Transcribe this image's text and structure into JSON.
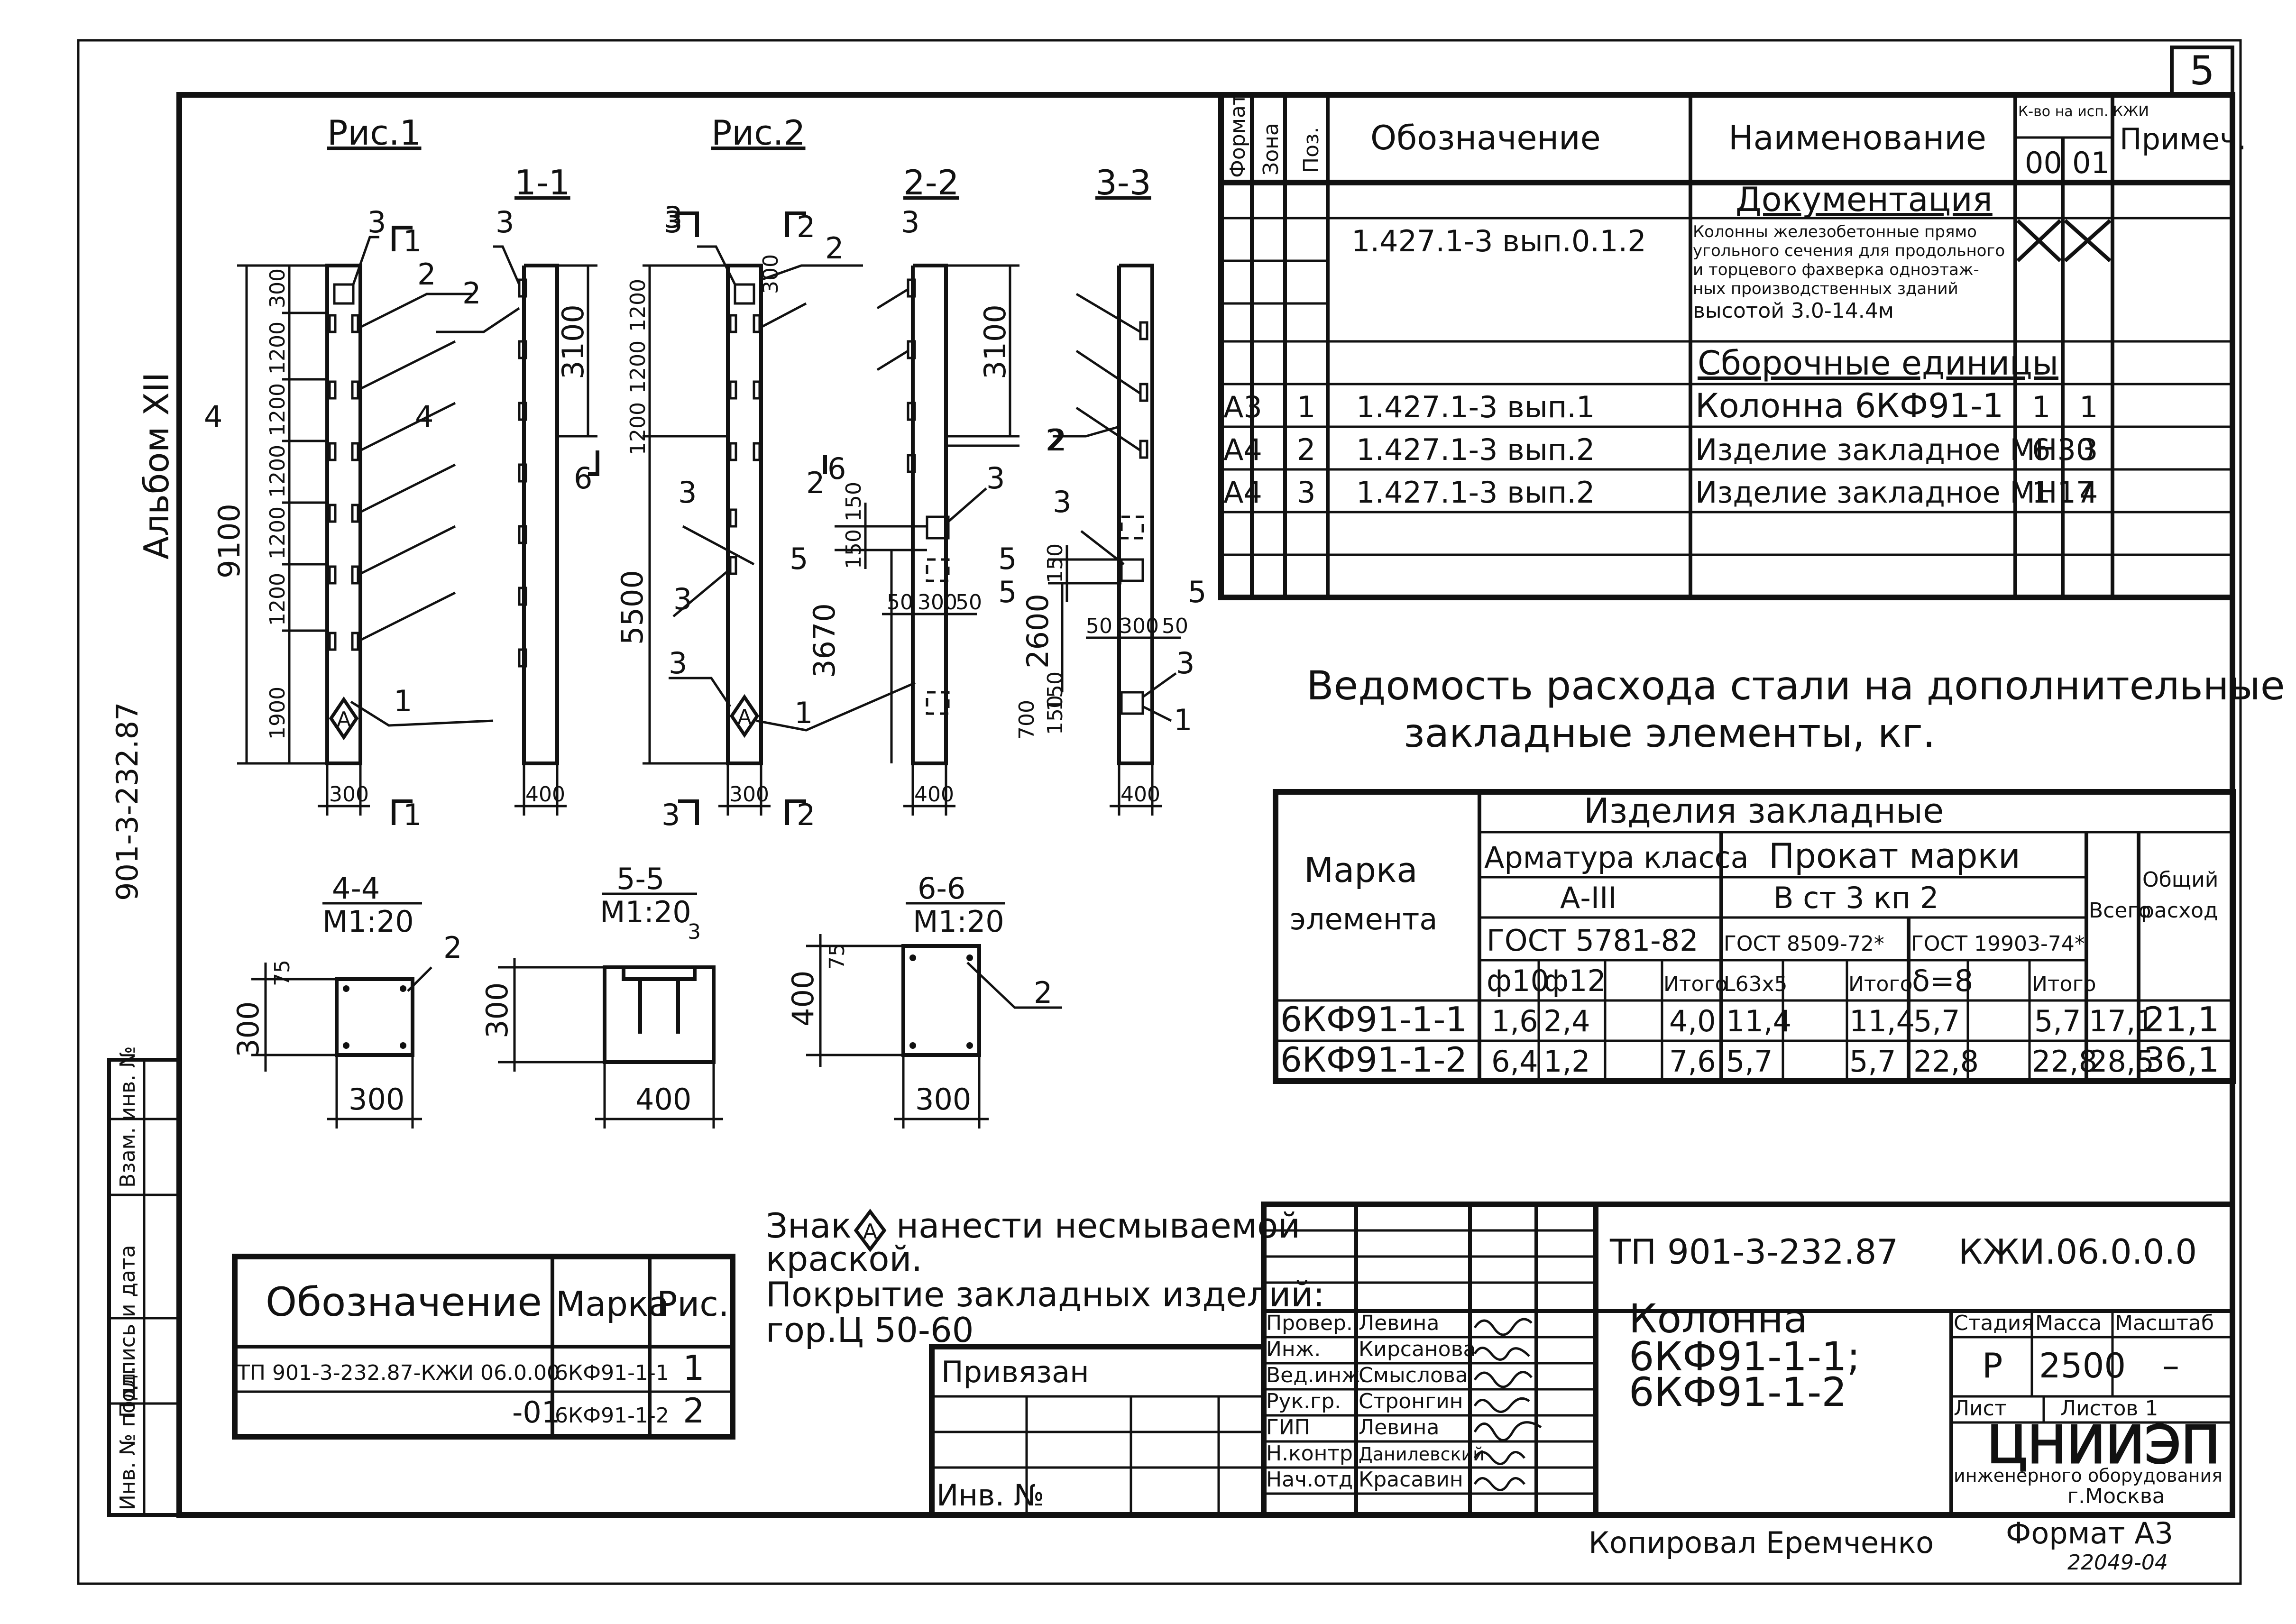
{
  "sheet": {
    "page_number": "5",
    "album": "Альбом XII",
    "series": "901-3-232.87",
    "corner_number": "22049-04",
    "copied_by": "Копировал Еремченко",
    "format": "Формат А3"
  },
  "figures": {
    "fig1": "Рис.1",
    "fig2": "Рис.2",
    "sec_1_1": "1-1",
    "sec_2_2": "2-2",
    "sec_3_3": "3-3",
    "sec_4_4": "4-4",
    "sec_5_5": "5-5",
    "sec_6_6": "6-6",
    "scale": "М1:20"
  },
  "dims": {
    "d300": "300",
    "d400": "400",
    "d1200": "1200",
    "d1900": "1900",
    "d9100": "9100",
    "d3100": "3100",
    "d5500": "5500",
    "d3670": "3670",
    "d2600": "2600",
    "d150": "150",
    "d50": "50",
    "d75": "75",
    "d700": "700"
  },
  "callouts": {
    "n1": "1",
    "n2": "2",
    "n3": "3",
    "n4": "4",
    "n5": "5",
    "n6": "6",
    "mark_a": "А"
  },
  "spec_table": {
    "col_format": "Формат",
    "col_zone": "Зона",
    "col_pos": "Поз.",
    "col_designation": "Обозначение",
    "col_name": "Наименование",
    "col_qty": "К-во на исп. КЖИ",
    "col_qty_00": "00",
    "col_qty_01": "01",
    "col_note": "Примеч.",
    "section_docs": "Документация",
    "doc_designation": "1.427.1-3 вып.0.1.2",
    "doc_name_1": "Колонны железобетонные прямо",
    "doc_name_2": "угольного сечения для продольного",
    "doc_name_3": "и торцевого фахверка одноэтаж-",
    "doc_name_4": "ных производственных зданий",
    "doc_name_5": "высотой 3.0-14.4м",
    "section_units": "Сборочные единицы",
    "rows": [
      {
        "format": "А3",
        "pos": "1",
        "designation": "1.427.1-3 вып.1",
        "name": "Колонна 6КФ91-1",
        "q00": "1",
        "q01": "1"
      },
      {
        "format": "А4",
        "pos": "2",
        "designation": "1.427.1-3 вып.2",
        "name": "Изделие закладное МН30",
        "q00": "6",
        "q01": "3"
      },
      {
        "format": "А4",
        "pos": "3",
        "designation": "1.427.1-3 вып.2",
        "name": "Изделие закладное МН17",
        "q00": "1",
        "q01": "4"
      }
    ]
  },
  "steel": {
    "title_1": "Ведомость расхода стали на дополнительные",
    "title_2": "закладные элементы, кг.",
    "h_mark_1": "Марка",
    "h_mark_2": "элемента",
    "h_items": "Изделия закладные",
    "h_rebar": "Арматура класса",
    "h_rebar_class": "А-III",
    "h_rebar_gost": "ГОСТ 5781-82",
    "h_rolled": "Прокат марки",
    "h_rolled_grade": "В ст 3 кп 2",
    "h_gost_8509": "ГОСТ 8509-72*",
    "h_gost_19903": "ГОСТ 19903-74*",
    "h_total": "Всего",
    "h_overall_1": "Общий",
    "h_overall_2": "расход",
    "h_d10": "ф10",
    "h_d12": "ф12",
    "h_itogo": "Итого",
    "h_angle": "L63х5",
    "h_plate": "δ=8",
    "rows": [
      {
        "mark": "6КФ91-1-1",
        "d10": "1,6",
        "d12": "2,4",
        "r_tot": "4,0",
        "angle": "11,4",
        "a_tot": "11,4",
        "plate": "5,7",
        "p_tot": "5,7",
        "total": "17,1",
        "overall": "21,1"
      },
      {
        "mark": "6КФ91-1-2",
        "d10": "6,4",
        "d12": "1,2",
        "r_tot": "7,6",
        "angle": "5,7",
        "a_tot": "5,7",
        "plate": "22,8",
        "p_tot": "22,8",
        "total": "28,5",
        "overall": "36,1"
      }
    ]
  },
  "notes": {
    "line1_a": "Знак",
    "line1_b": "нанести несмываемой",
    "line2": "краской.",
    "line3": "Покрытие закладных изделий:",
    "line4": "гор.Ц 50-60"
  },
  "ref_table": {
    "h_designation": "Обозначение",
    "h_mark": "Марка",
    "h_fig": "Рис.",
    "rows": [
      {
        "designation": "ТП 901-3-232.87-КЖИ 06.0.00",
        "mark": "6КФ91-1-1",
        "fig": "1"
      },
      {
        "designation": "-01",
        "mark": "6КФ91-1-2",
        "fig": "2"
      }
    ]
  },
  "side_stamp": {
    "inv_podl": "Инв. № подл.",
    "podpis": "Подпись и дата",
    "vzam": "Взам. инв. №"
  },
  "binding": {
    "privyazan": "Привязан",
    "inv_no": "Инв. №"
  },
  "title_block": {
    "project": "ТП 901-3-232.87",
    "code": "КЖИ.06.0.0.0",
    "object_1": "Колонна",
    "object_2": "6КФ91-1-1;",
    "object_3": "6КФ91-1-2",
    "h_stage": "Стадия",
    "h_mass": "Масса",
    "h_scale": "Масштаб",
    "stage": "Р",
    "mass": "2500",
    "scale": "–",
    "sheet": "Лист",
    "sheets": "Листов 1",
    "org_1": "ЦНИИЭП",
    "org_2": "инженерного оборудования",
    "org_3": "г.Москва",
    "people": [
      {
        "role": "Провер.",
        "name": "Левина"
      },
      {
        "role": "Инж.",
        "name": "Кирсанова"
      },
      {
        "role": "Вед.инж.",
        "name": "Смыслова"
      },
      {
        "role": "Рук.гр.",
        "name": "Стронгин"
      },
      {
        "role": "ГИП",
        "name": "Левина"
      },
      {
        "role": "Н.контр.",
        "name": "Данилевский"
      },
      {
        "role": "Нач.отд.",
        "name": "Красавин"
      }
    ]
  }
}
